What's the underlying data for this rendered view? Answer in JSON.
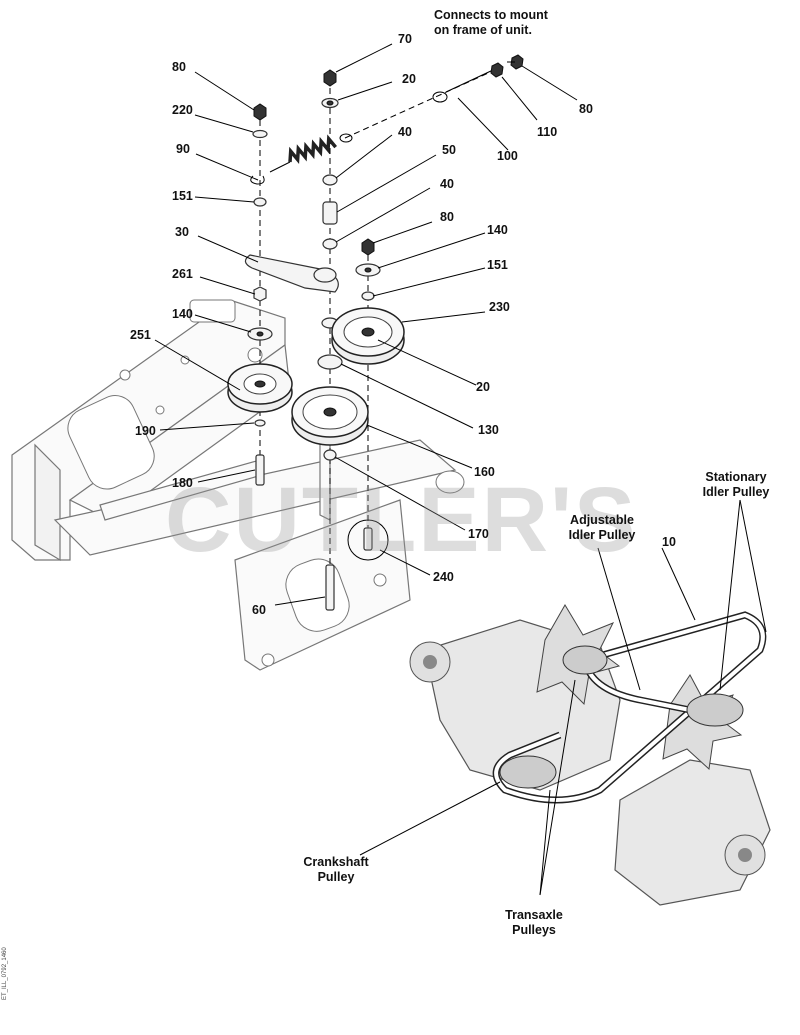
{
  "callouts": {
    "c70": "70",
    "c20_top": "20",
    "c80_left": "80",
    "c220": "220",
    "c40_upper": "40",
    "c90": "90",
    "c50": "50",
    "c40_lower": "40",
    "c151_left": "151",
    "c80_mid": "80",
    "c30": "30",
    "c140_right": "140",
    "c151_right": "151",
    "c261": "261",
    "c230": "230",
    "c140_left": "140",
    "c251": "251",
    "c20_lower": "20",
    "c190": "190",
    "c130": "130",
    "c160": "160",
    "c180": "180",
    "c170": "170",
    "c240": "240",
    "c60": "60",
    "c10": "10",
    "c100": "100",
    "c110": "110",
    "c80_right": "80"
  },
  "notes": {
    "mount_line1": "Connects to mount",
    "mount_line2": "on frame of unit.",
    "stationary_line1": "Stationary",
    "stationary_line2": "Idler Pulley",
    "adjustable_line1": "Adjustable",
    "adjustable_line2": "Idler Pulley",
    "crankshaft_line1": "Crankshaft",
    "crankshaft_line2": "Pulley",
    "transaxle_line1": "Transaxle",
    "transaxle_line2": "Pulleys"
  },
  "watermark": "CUTLER'S",
  "figure_code": "ET_ILL_0792_1460"
}
